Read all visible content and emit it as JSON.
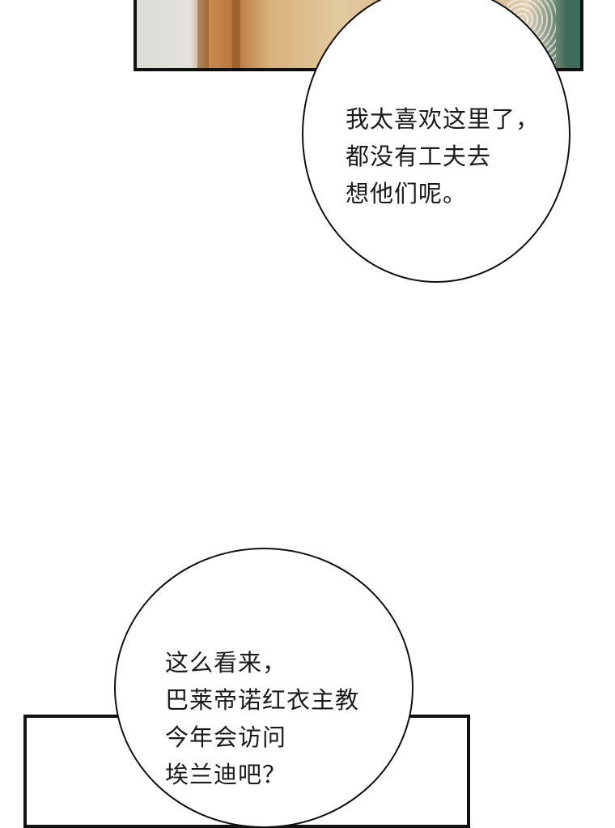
{
  "colors": {
    "ink": "#111111",
    "paper": "#ffffff"
  },
  "bubble_1": {
    "lines": [
      "我太喜欢这里了，",
      "都没有工夫去",
      "想他们呢。"
    ]
  },
  "bubble_2": {
    "lines": [
      "这么看来，",
      "巴莱帝诺红衣主教",
      "今年会访问",
      "埃兰迪吧？"
    ]
  }
}
